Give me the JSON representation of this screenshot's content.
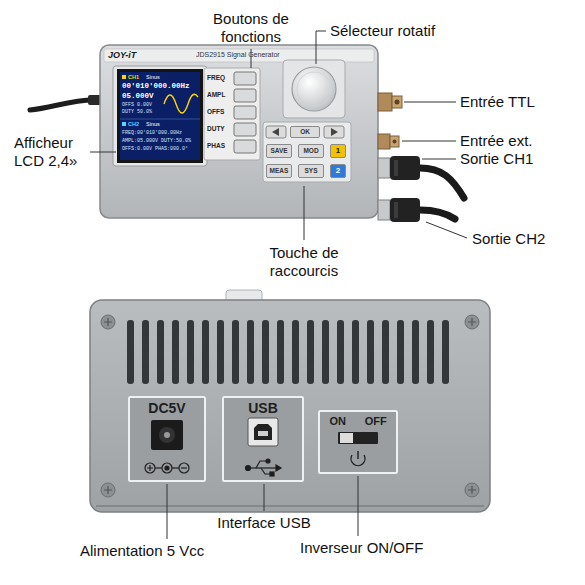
{
  "diagram": {
    "nodes": [
      {
        "text": [
          "CH1",
          "Sinus",
          "00'010'000.00Hz",
          "05.000V",
          "OFFS 0.00V",
          "DUTY 50.0%",
          "CH2",
          "Sinus",
          "FREQ:00'010'000.00Hz",
          "AMPL:05.000V DUTY:50.0%",
          "OFFS:0.00V PHAS:000.0°"
        ]
      },
      {
        "text": [
          "OK"
        ]
      },
      {
        "text": [
          "SAVE"
        ]
      },
      {
        "text": [
          "MOD"
        ]
      },
      {
        "text": [
          "MEAS"
        ]
      },
      {
        "text": [
          "SYS"
        ]
      },
      {
        "text": [
          "1"
        ]
      },
      {
        "text": [
          "2"
        ]
      },
      {
        "text": [
          "DC5V"
        ]
      },
      {
        "text": [
          "USB"
        ]
      },
      {
        "text": [
          "ON",
          "OFF"
        ]
      }
    ],
    "labels": [
      "JOY-iT",
      "JDS2915 Signal Generator",
      "FREQ",
      "AMPL",
      "OFFS",
      "DUTY",
      "PHAS",
      "Boutons de fonctions",
      "Sélecteur rotatif",
      "Entrée TTL",
      "Entrée ext.",
      "Sortie CH1",
      "Sortie CH2",
      "Afficheur LCD 2,4»",
      "Touche de raccourcis",
      "Interface USB",
      "Alimentation 5 Vcc",
      "Inverseur ON/OFF"
    ]
  }
}
